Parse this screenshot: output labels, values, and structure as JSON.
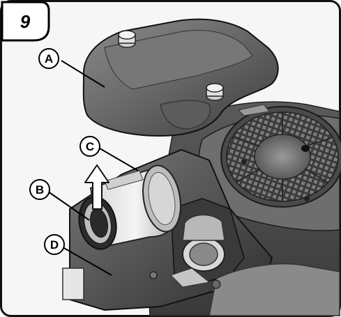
{
  "figure": {
    "number": "9",
    "callouts": {
      "a": "A",
      "b": "B",
      "c": "C",
      "d": "D"
    }
  }
}
